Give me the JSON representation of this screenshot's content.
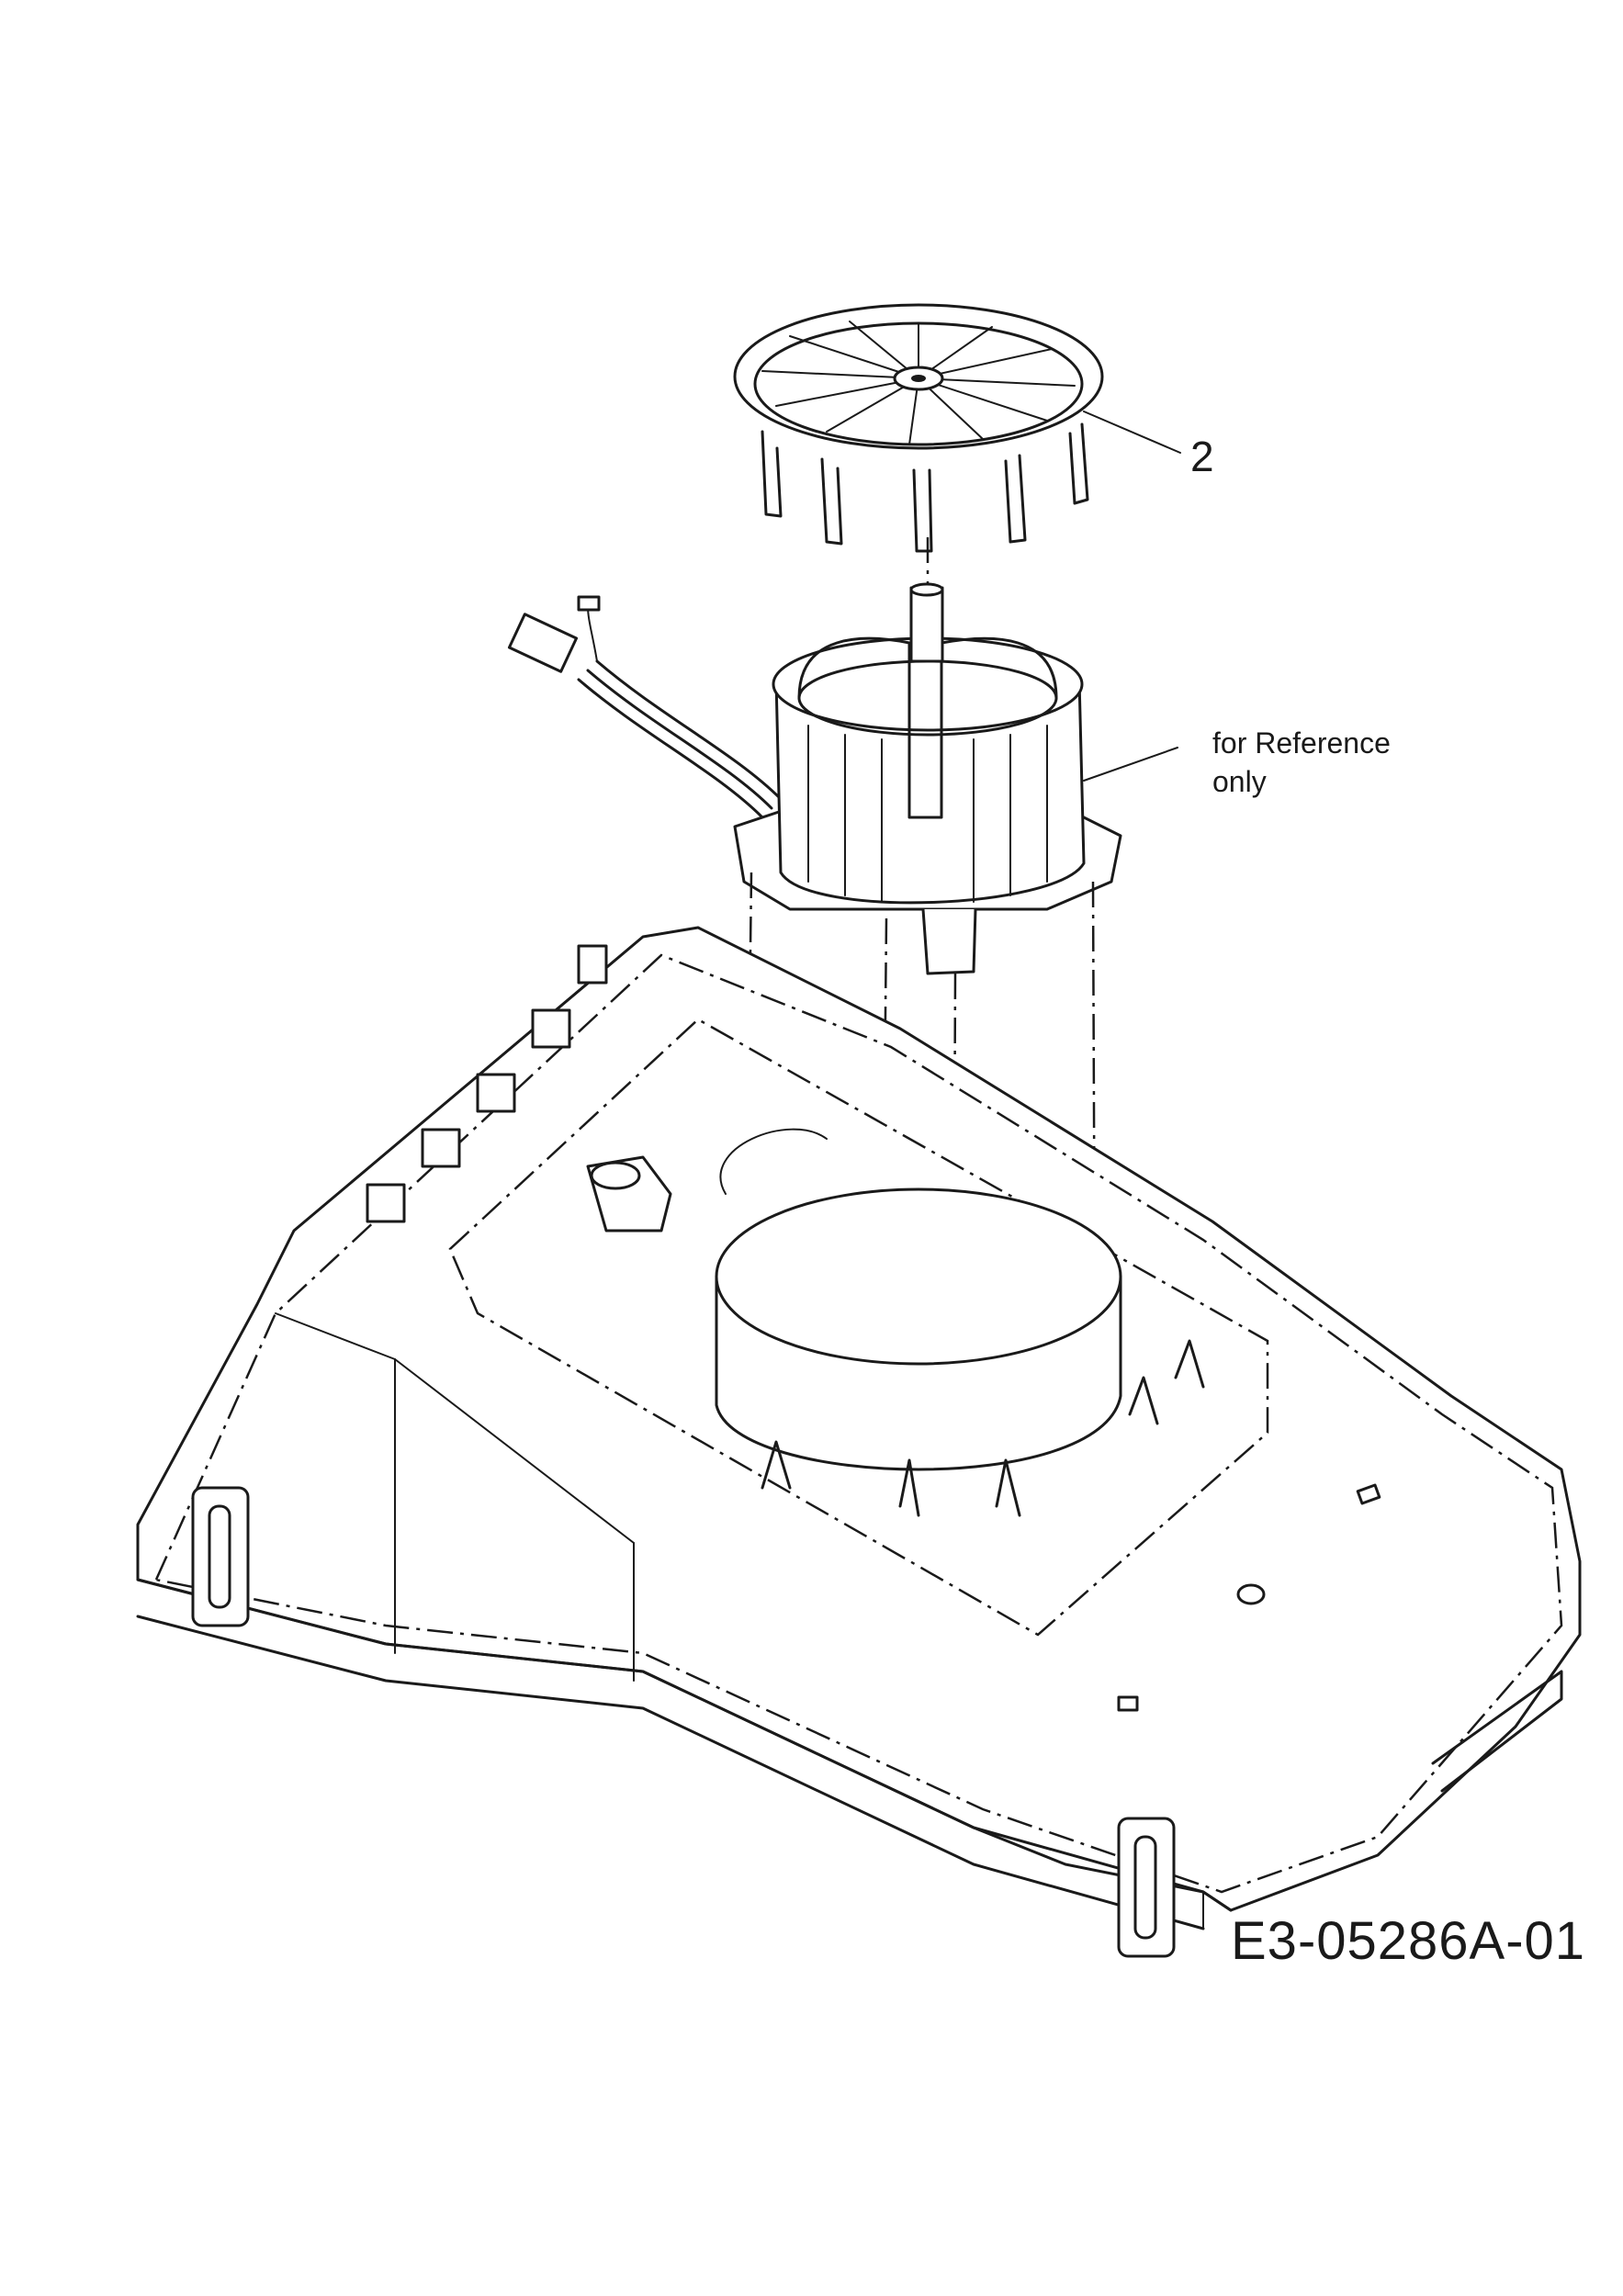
{
  "diagram": {
    "parts": [
      {
        "name": "fan",
        "callout": "2"
      }
    ],
    "reference_note": "for Reference\nonly",
    "drawing_id": "E3-05286A-01"
  }
}
